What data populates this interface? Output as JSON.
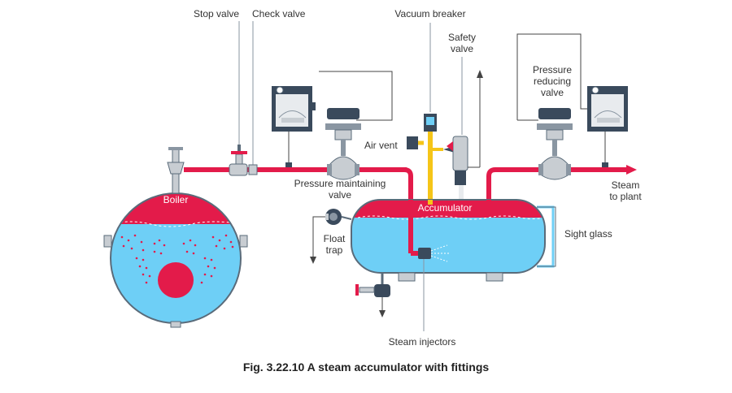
{
  "labels": {
    "stop_valve": "Stop valve",
    "check_valve": "Check valve",
    "vacuum_breaker": "Vacuum breaker",
    "safety_valve_1": "Safety",
    "safety_valve_2": "valve",
    "prv_1": "Pressure",
    "prv_2": "reducing",
    "prv_3": "valve",
    "air_vent": "Air vent",
    "pmv_1": "Pressure maintaining",
    "pmv_2": "valve",
    "boiler": "Boiler",
    "accumulator": "Accumulator",
    "steam_to_plant_1": "Steam",
    "steam_to_plant_2": "to plant",
    "float_trap_1": "Float",
    "float_trap_2": "trap",
    "sight_glass": "Sight glass",
    "steam_injectors": "Steam injectors"
  },
  "caption": "Fig. 3.22.10 A steam accumulator with fittings",
  "colors": {
    "steam": "#e31b4a",
    "water": "#6ecff6",
    "outline": "#5a6b7a",
    "air": "#f5c518",
    "body_metal": "#c8cdd2",
    "dark_metal": "#3a4a5c"
  }
}
